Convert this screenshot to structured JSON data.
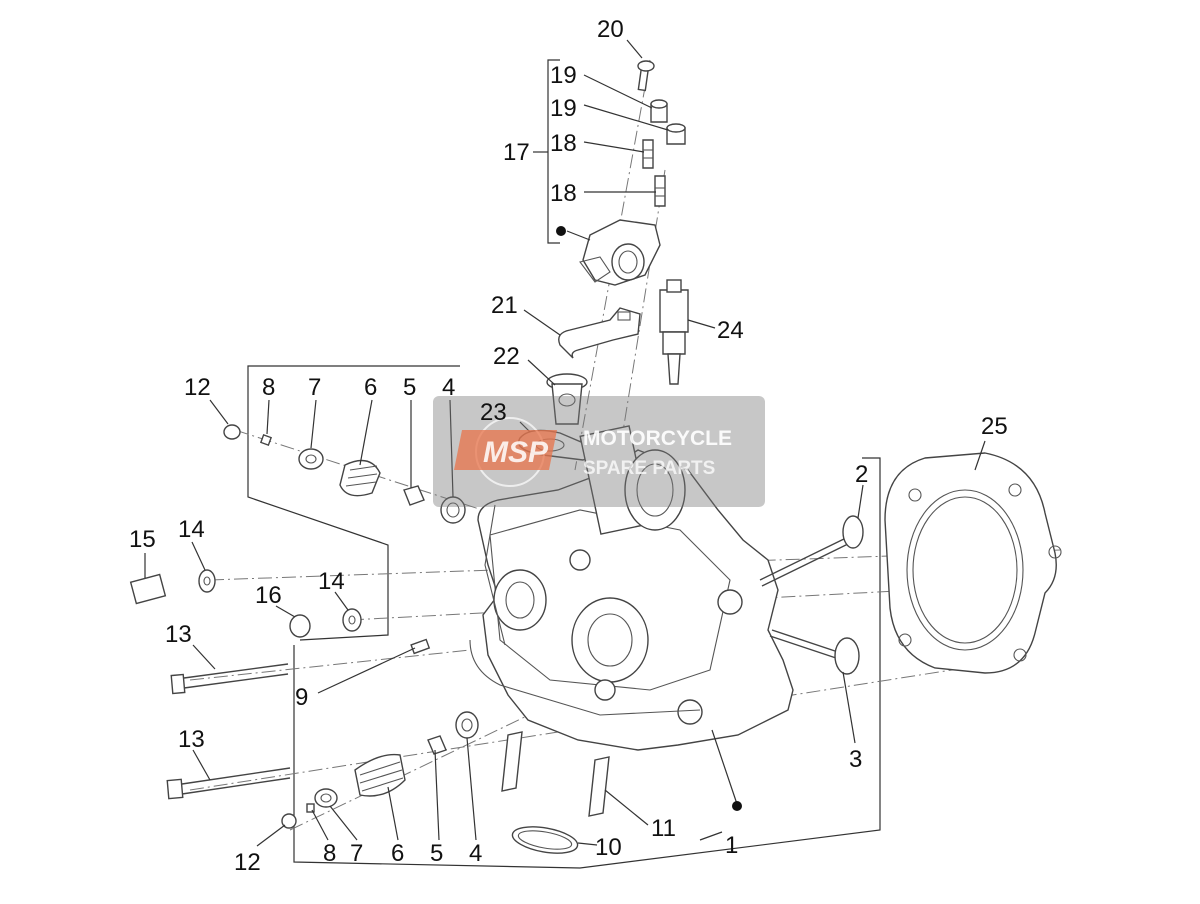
{
  "callouts": {
    "c1": "1",
    "c2": "2",
    "c3": "3",
    "c4a": "4",
    "c4b": "4",
    "c5a": "5",
    "c5b": "5",
    "c6a": "6",
    "c6b": "6",
    "c7a": "7",
    "c7b": "7",
    "c8a": "8",
    "c8b": "8",
    "c9": "9",
    "c10": "10",
    "c11": "11",
    "c12a": "12",
    "c12b": "12",
    "c13a": "13",
    "c13b": "13",
    "c14a": "14",
    "c14b": "14",
    "c15": "15",
    "c16": "16",
    "c17": "17",
    "c18a": "18",
    "c18b": "18",
    "c19a": "19",
    "c19b": "19",
    "c20": "20",
    "c21": "21",
    "c22": "22",
    "c23": "23",
    "c24": "24",
    "c25": "25"
  },
  "watermark": {
    "logo": "MSP",
    "line1": "MOTORCYCLE",
    "line2": "SPARE PARTS"
  },
  "colors": {
    "watermark_accent": "#e8734a",
    "watermark_bg": "#7a7a7a"
  }
}
